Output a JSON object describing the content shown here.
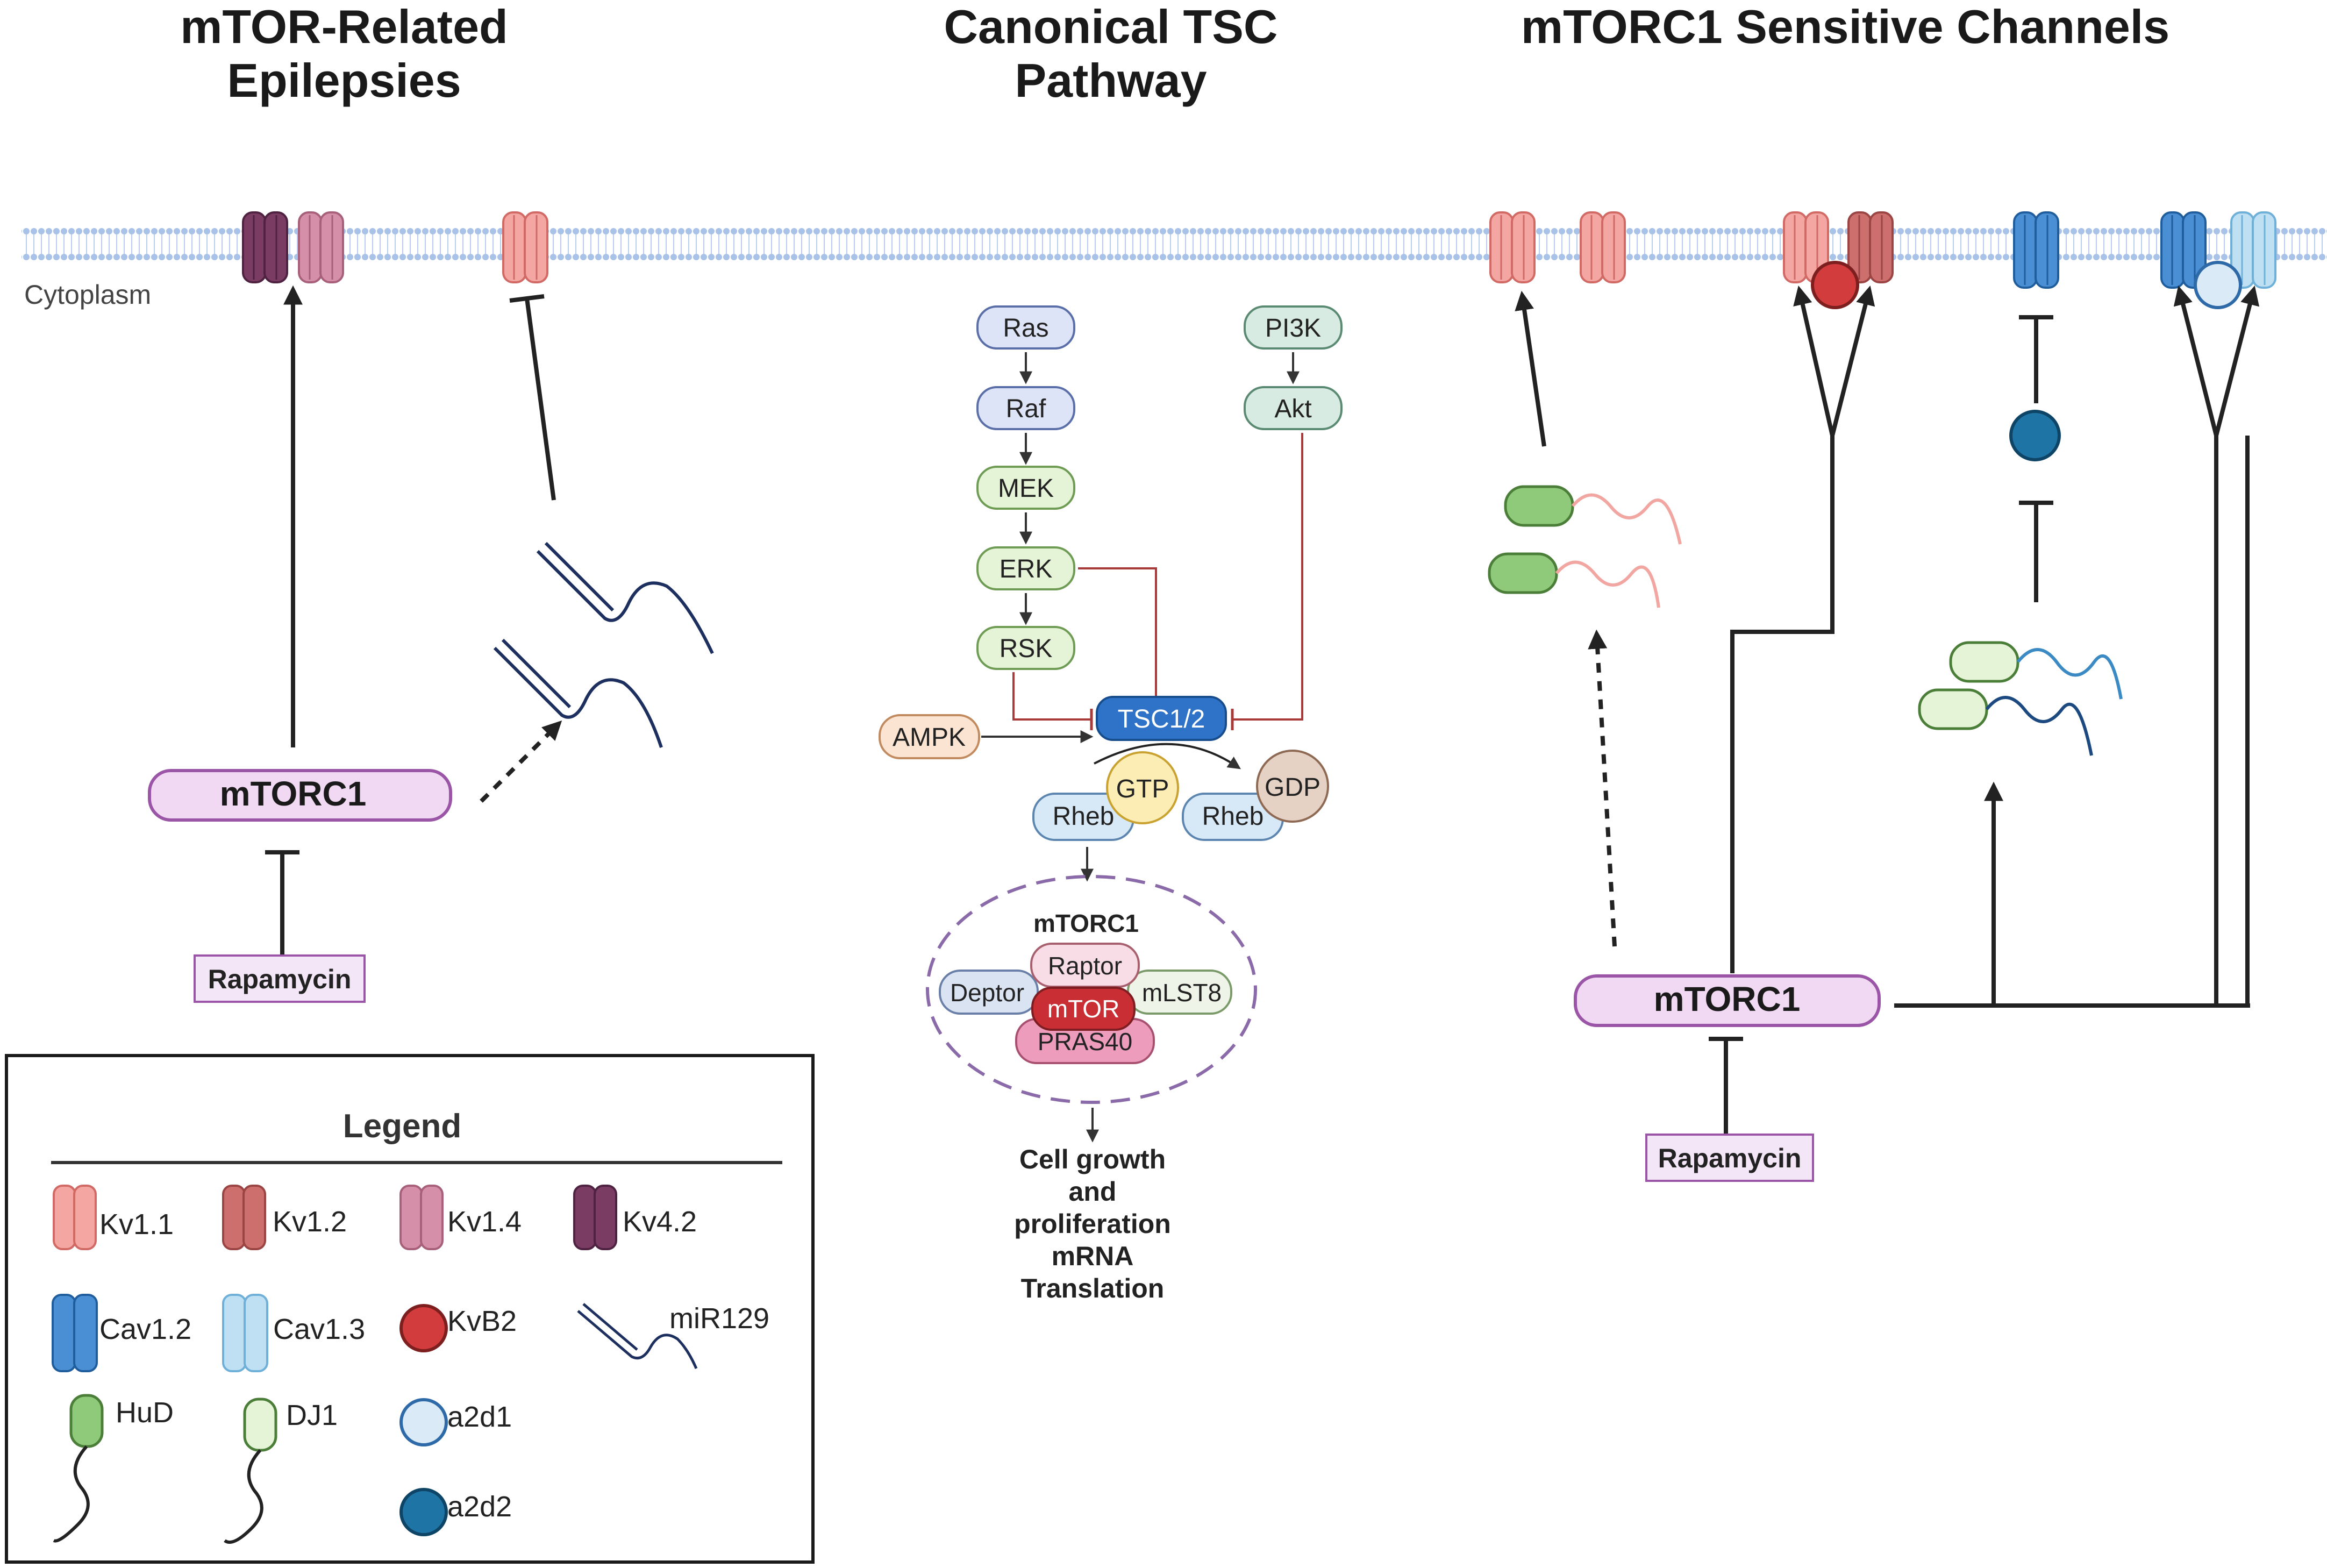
{
  "headers": {
    "left": [
      "mTOR-Related",
      "Epilepsies"
    ],
    "center": [
      "Canonical TSC",
      "Pathway"
    ],
    "right": "mTORC1 Sensitive Channels"
  },
  "membrane": {
    "cytoplasm_label": "Cytoplasm"
  },
  "left_panel": {
    "mtorc1": "mTORC1",
    "rapamycin": "Rapamycin"
  },
  "pathway": {
    "ras": "Ras",
    "raf": "Raf",
    "mek": "MEK",
    "erk": "ERK",
    "rsk": "RSK",
    "pi3k": "PI3K",
    "akt": "Akt",
    "ampk": "AMPK",
    "tsc": "TSC1/2",
    "rheb": "Rheb",
    "gtp": "GTP",
    "gdp": "GDP",
    "complex": {
      "title": "mTORC1",
      "raptor": "Raptor",
      "deptor": "Deptor",
      "mtor": "mTOR",
      "mlst8": "mLST8",
      "pras40": "PRAS40"
    },
    "output": [
      "Cell growth",
      "and",
      "proliferation",
      "mRNA",
      "Translation"
    ]
  },
  "right_panel": {
    "mtorc1": "mTORC1",
    "rapamycin": "Rapamycin"
  },
  "legend": {
    "title": "Legend",
    "items": {
      "kv11": "Kv1.1",
      "kv12": "Kv1.2",
      "kv14": "Kv1.4",
      "kv42": "Kv4.2",
      "cav12": "Cav1.2",
      "cav13": "Cav1.3",
      "kvb2": "KvB2",
      "mir129": "miR129",
      "hud": "HuD",
      "dj1": "DJ1",
      "a2d1": "a2d1",
      "a2d2": "a2d2"
    }
  },
  "colors": {
    "kv11": "#f4a6a3",
    "kv12": "#cd6f6c",
    "kv14": "#d58fa8",
    "kv42": "#7a3c63",
    "cav12": "#4a8fd4",
    "cav13": "#bfe0f3",
    "kvb2": "#d23c3c",
    "a2d1": "#dbeaf7",
    "a2d2": "#1f74a6",
    "hud": "#8fc97a",
    "dj1": "#e5f4d6",
    "mtorc1_fill": "#f1d9f3",
    "membrane": "#a9c2e8",
    "inhibit_red": "#a83a3a",
    "tsc": "#2e73c7"
  }
}
